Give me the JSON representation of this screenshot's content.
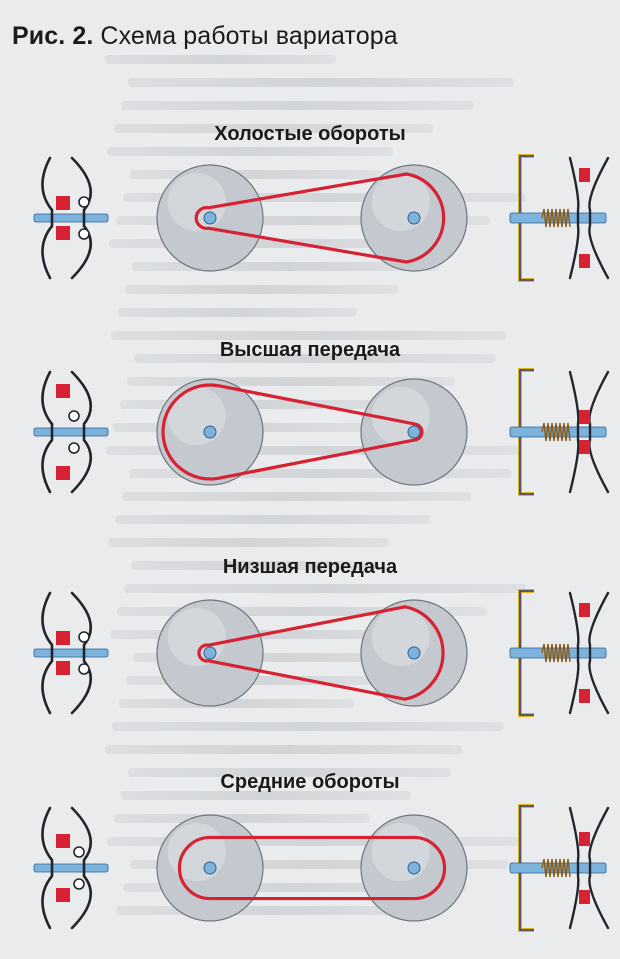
{
  "figure": {
    "title_prefix": "Рис. 2.",
    "title_text": " Схема работы вариатора"
  },
  "panels": [
    {
      "label": "Холостые обороты",
      "drive_belt_radius": 0.22,
      "driven_belt_radius": 0.95,
      "drive_clutch": "open",
      "driven_clutch": "closed"
    },
    {
      "label": "Высшая передача",
      "drive_belt_radius": 1.0,
      "driven_belt_radius": 0.15,
      "drive_clutch": "closed",
      "driven_clutch": "open"
    },
    {
      "label": "Низшая передача",
      "drive_belt_radius": 0.15,
      "driven_belt_radius": 1.0,
      "drive_clutch": "open",
      "driven_clutch": "closed"
    },
    {
      "label": "Средние обороты",
      "drive_belt_radius": 0.65,
      "driven_belt_radius": 0.65,
      "drive_clutch": "mid",
      "driven_clutch": "mid"
    }
  ],
  "colors": {
    "belt": "#d62232",
    "pulley": "#c4c9cf",
    "shaft": "#7cb3dd",
    "sheave": "#22262c",
    "clutch_frame": "#e2b21a"
  }
}
